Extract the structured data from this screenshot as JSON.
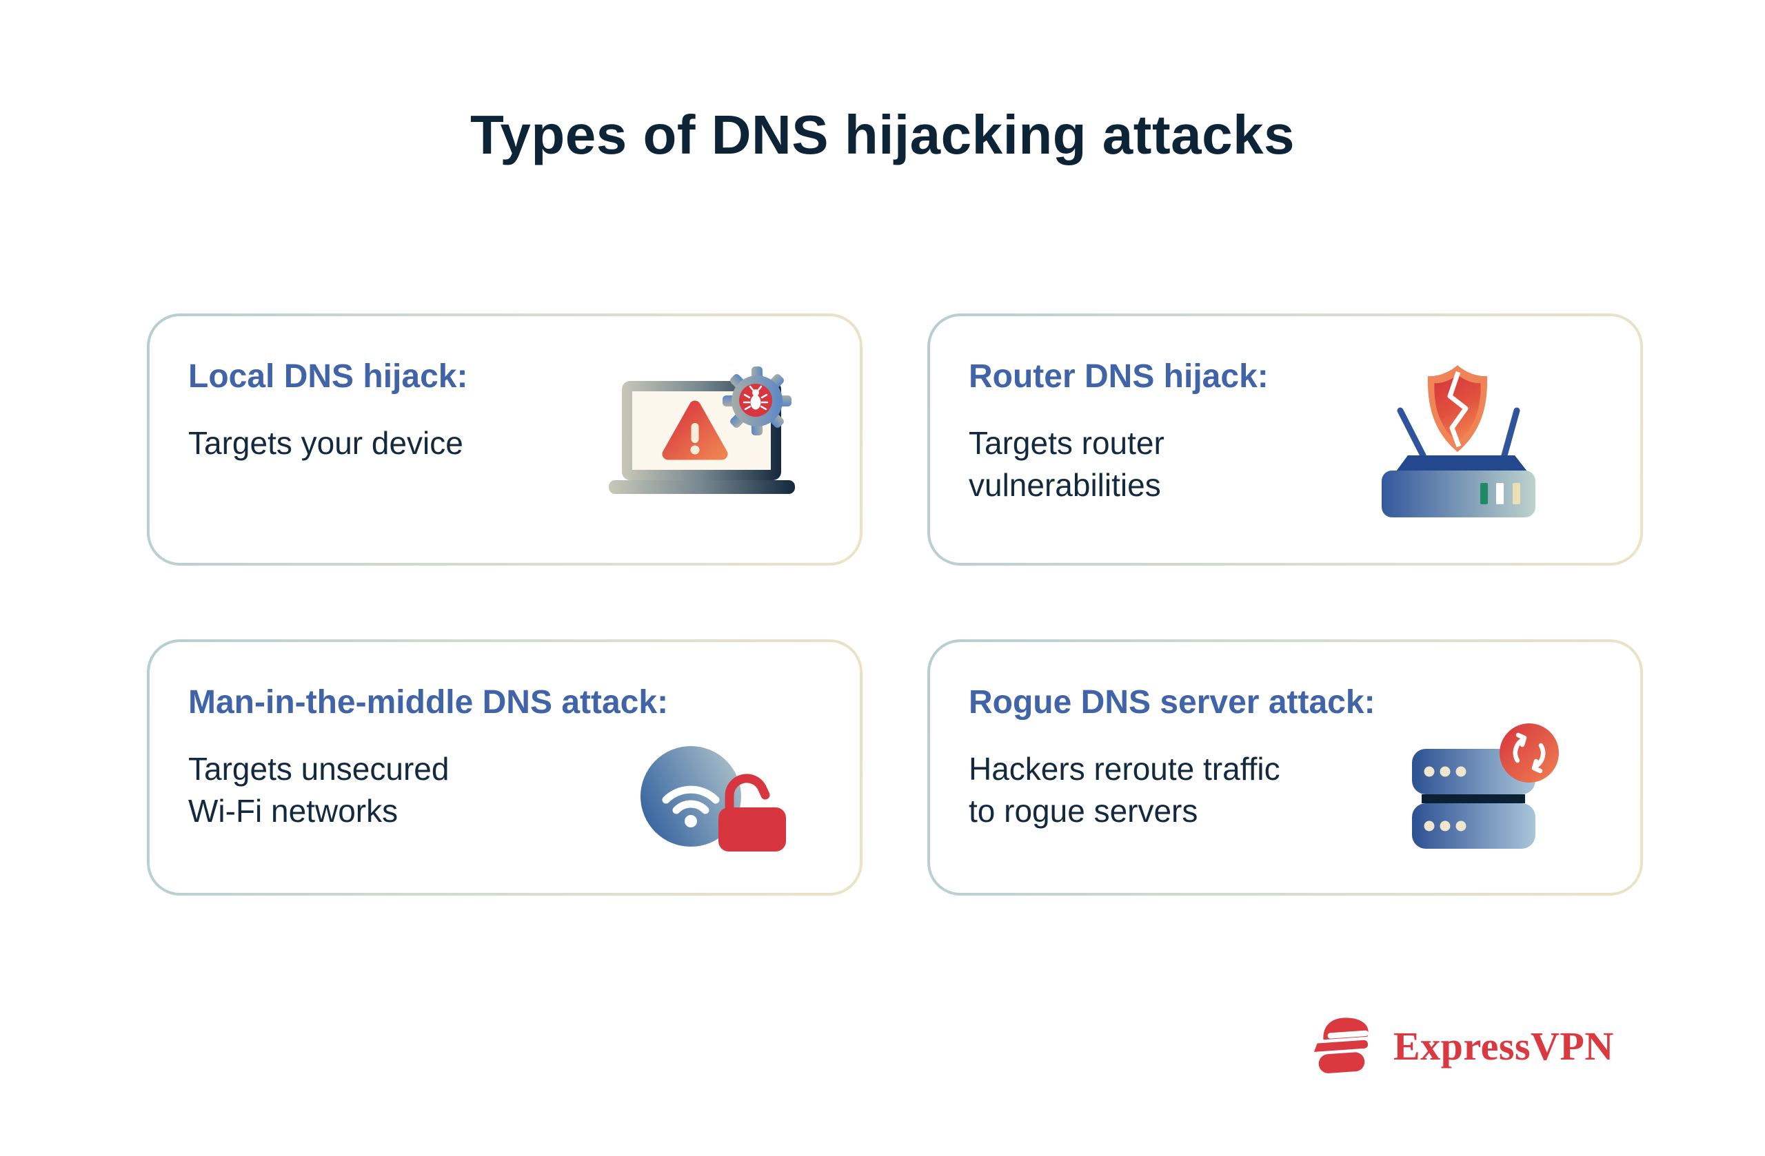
{
  "title": "Types of DNS hijacking attacks",
  "cards": [
    {
      "heading": "Local DNS hijack:",
      "body": "Targets your device",
      "icon": "laptop-malware-icon"
    },
    {
      "heading": "Router DNS hijack:",
      "body": "Targets router\nvulnerabilities",
      "icon": "router-shield-icon"
    },
    {
      "heading": "Man-in-the-middle DNS attack:",
      "body": "Targets unsecured\nWi-Fi networks",
      "icon": "wifi-unlocked-icon"
    },
    {
      "heading": "Rogue DNS server attack:",
      "body": "Hackers reroute traffic\nto rogue servers",
      "icon": "server-reroute-icon"
    }
  ],
  "footer": {
    "brand_name": "ExpressVPN"
  },
  "colors": {
    "background": "#ffffff",
    "title_navy": "#0d2436",
    "heading_blue": "#4164a8",
    "text_navy": "#13293d",
    "brand_red": "#da3940",
    "card_border_teal": "#b5cecf",
    "card_border_cream": "#ece3c5",
    "alert_red": "#d8363f",
    "alert_orange": "#ef8251",
    "router_blue": "#2f549b",
    "indicator_green": "#1f8a66",
    "indicator_cream": "#ecdfb4",
    "server_band_navy": "#0b2133",
    "dot_cream": "#f0e7cd"
  }
}
